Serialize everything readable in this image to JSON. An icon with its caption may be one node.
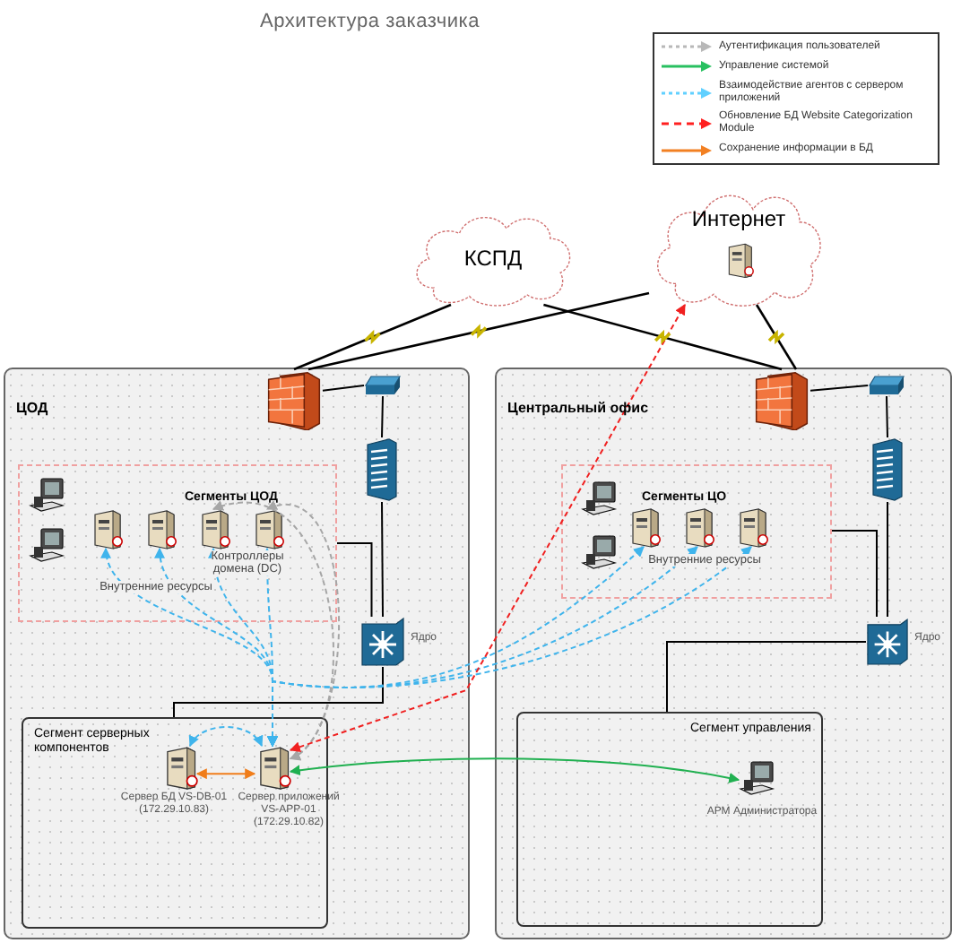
{
  "diagram": {
    "title": "Архитектура заказчика",
    "nodes": [
      {
        "text": [
          "КСПД"
        ]
      },
      {
        "text": [
          "Интернет"
        ]
      },
      {
        "text": [
          "ЦОД"
        ]
      },
      {
        "text": [],
        "shape": "firewall",
        "in": 2
      },
      {
        "text": [],
        "shape": "switch",
        "in": 2
      },
      {
        "text": [],
        "shape": "box",
        "in": 2
      },
      {
        "text": [],
        "shape": "router",
        "in": 2,
        "beside": [
          "Ядро"
        ]
      },
      {
        "text": [
          "Сегменты ЦОД"
        ],
        "in": 2
      },
      {
        "text": [],
        "shape": "server",
        "in": 7
      },
      {
        "text": [],
        "shape": "server",
        "in": 7
      },
      {
        "text": [],
        "shape": "server",
        "in": 7
      },
      {
        "text": [],
        "shape": "server",
        "in": 7
      },
      {
        "text": [
          "Сегмент серверных компонентов"
        ],
        "in": 2
      },
      {
        "text": [],
        "shape": "server",
        "in": 12,
        "beside": [
          "Сервер БД VS-DB-01 (172.29.10.83)"
        ]
      },
      {
        "text": [],
        "shape": "server",
        "in": 12,
        "beside": [
          "Сервер приложений VS-APP-01 (172.29.10.82)"
        ]
      },
      {
        "text": [
          "Центральный офис"
        ]
      },
      {
        "text": [],
        "shape": "firewall",
        "in": 15
      },
      {
        "text": [],
        "shape": "switch",
        "in": 15
      },
      {
        "text": [],
        "shape": "box",
        "in": 15
      },
      {
        "text": [],
        "shape": "router",
        "in": 15,
        "beside": [
          "Ядро"
        ]
      },
      {
        "text": [
          "Сегменты ЦО"
        ],
        "in": 15
      },
      {
        "text": [],
        "shape": "server",
        "in": 20
      },
      {
        "text": [],
        "shape": "server",
        "in": 20
      },
      {
        "text": [],
        "shape": "server",
        "in": 20
      },
      {
        "text": [
          "Сегмент управления"
        ],
        "in": 15
      },
      {
        "text": [],
        "shape": "computer",
        "in": 24,
        "beside": [
          "АРМ Администратора"
        ]
      }
    ],
    "edges": [
      {
        "from": 0,
        "to": 3,
        "arrow": "none"
      },
      {
        "from": 0,
        "to": 16,
        "arrow": "none"
      },
      {
        "from": 1,
        "to": 3,
        "arrow": "none"
      },
      {
        "from": 1,
        "to": 16,
        "arrow": "none"
      },
      {
        "from": 3,
        "to": 4,
        "arrow": "none"
      },
      {
        "from": 4,
        "to": 5,
        "arrow": "none"
      },
      {
        "from": 5,
        "to": 6,
        "arrow": "none"
      },
      {
        "from": 6,
        "to": 7,
        "arrow": "none"
      },
      {
        "from": 6,
        "to": 12,
        "arrow": "none"
      },
      {
        "from": 16,
        "to": 17,
        "arrow": "none"
      },
      {
        "from": 17,
        "to": 18,
        "arrow": "none"
      },
      {
        "from": 18,
        "to": 19,
        "arrow": "none"
      },
      {
        "from": 19,
        "to": 20,
        "arrow": "none"
      },
      {
        "from": 19,
        "to": 24,
        "arrow": "none"
      },
      {
        "from": 14,
        "to": 8,
        "arrow": "both",
        "style": "dashed",
        "color": "#3fb4ec"
      },
      {
        "from": 14,
        "to": 9,
        "arrow": "both",
        "style": "dashed",
        "color": "#3fb4ec"
      },
      {
        "from": 14,
        "to": 10,
        "arrow": "both",
        "style": "dashed",
        "color": "#3fb4ec"
      },
      {
        "from": 14,
        "to": 11,
        "arrow": "both",
        "style": "dashed",
        "color": "#3fb4ec"
      },
      {
        "from": 14,
        "to": 21,
        "arrow": "both",
        "style": "dashed",
        "color": "#3fb4ec"
      },
      {
        "from": 14,
        "to": 22,
        "arrow": "both",
        "style": "dashed",
        "color": "#3fb4ec"
      },
      {
        "from": 14,
        "to": 23,
        "arrow": "both",
        "style": "dashed",
        "color": "#3fb4ec"
      },
      {
        "from": 14,
        "to": 10,
        "arrow": "both",
        "style": "dashed",
        "color": "#a6a6a6"
      },
      {
        "from": 14,
        "to": 11,
        "arrow": "both",
        "style": "dashed",
        "color": "#a6a6a6"
      },
      {
        "from": 13,
        "to": 14,
        "arrow": "both",
        "style": "dashed",
        "color": "#3fb4ec"
      },
      {
        "from": 13,
        "to": 14,
        "arrow": "both",
        "color": "#f07d1a"
      },
      {
        "from": 14,
        "to": 1,
        "arrow": "both",
        "style": "dashed",
        "color": "#f02020"
      },
      {
        "from": 25,
        "to": 14,
        "arrow": "both",
        "color": "#20b050"
      }
    ],
    "labels": [
      "Контроллеры домена (DC)",
      "Внутренние ресурсы",
      "Внутренние ресурсы"
    ],
    "legend": [
      {
        "text": "Аутентификация пользователей"
      },
      {
        "text": "Управление системой"
      },
      {
        "text": "Взаимодействие агентов с сервером приложений"
      },
      {
        "text": "Обновление БД Website Categorization Module"
      },
      {
        "text": "Сохранение информации в БД"
      }
    ]
  }
}
